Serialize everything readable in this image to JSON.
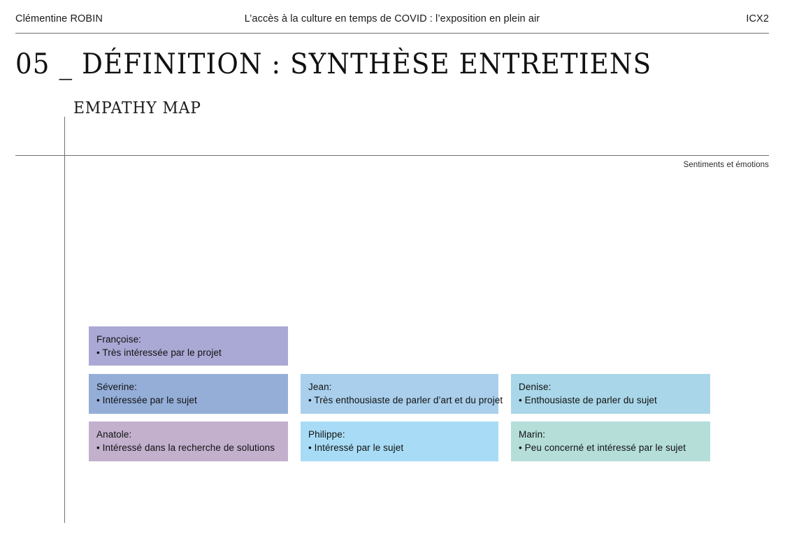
{
  "header": {
    "author": "Clémentine ROBIN",
    "document_title": "L’accès à la culture en temps de COVID : l’exposition en plein air",
    "code": "ICX2"
  },
  "slide": {
    "title": "05 _ DÉFINITION : SYNTHÈSE ENTRETIENS",
    "subtitle": "EMPATHY MAP",
    "quadrant_label": "Sentiments et émotions"
  },
  "cards": {
    "left_column": [
      {
        "name": "Françoise:",
        "note": "• Très intéressée par le projet",
        "color": "#aaa8d4"
      },
      {
        "name": "Séverine:",
        "note": "• Intéressée par le sujet",
        "color": "#94aed8"
      },
      {
        "name": "Anatole:",
        "note": "• Intéressé dans la recherche de solutions",
        "color": "#c2b0cd"
      }
    ],
    "middle_column": [
      {
        "name": "Jean:",
        "note": "• Très enthousiaste de parler d’art et du projet",
        "color": "#a9cfec"
      },
      {
        "name": "Philippe:",
        "note": "• Intéressé par le sujet",
        "color": "#a8dcf6"
      }
    ],
    "right_column": [
      {
        "name": "Denise:",
        "note": "• Enthousiaste de parler du sujet",
        "color": "#a9d6e8"
      },
      {
        "name": "Marin:",
        "note": "• Peu concerné et intéressé par le sujet",
        "color": "#b5ded9"
      }
    ]
  },
  "colors": {
    "rule": "#6f6f6f",
    "text": "#1a1a1a",
    "background": "#ffffff"
  }
}
